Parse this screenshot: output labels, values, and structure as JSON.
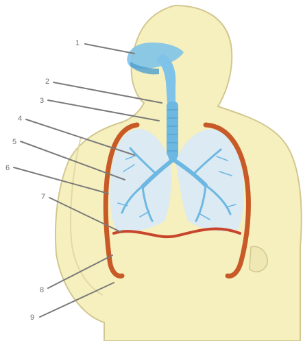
{
  "figure": {
    "type": "anatomy-diagram",
    "subject": "human respiratory system",
    "colors": {
      "skin": "#f6efbe",
      "skin_outline": "#d2c790",
      "airway": "#7fc3e8",
      "airway_dark": "#4f9fd0",
      "lung": "#dbeaf3",
      "pleura": "#c85a28",
      "diaphragm": "#c8442b",
      "leader_line": "#7a7a7a"
    },
    "labels": [
      "1",
      "2",
      "3",
      "4",
      "5",
      "6",
      "7",
      "8",
      "9"
    ]
  }
}
